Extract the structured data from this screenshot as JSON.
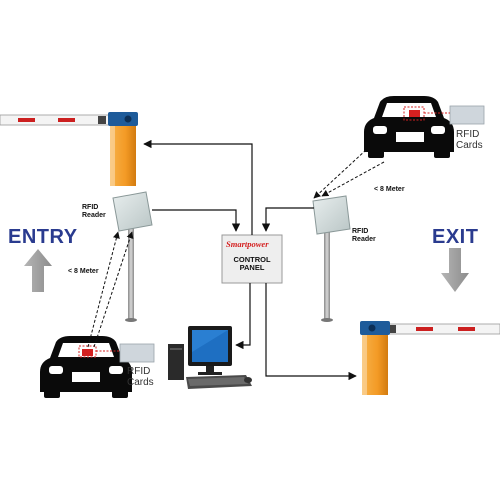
{
  "labels": {
    "entry": "ENTRY",
    "exit": "EXIT",
    "rfid_reader_left": "RFID\nReader",
    "rfid_reader_right": "RFID\nReader",
    "rfid_cards_left": "RFID\nCards",
    "rfid_cards_right": "RFID\nCards",
    "distance_left": "< 8 Meter",
    "distance_right": "< 8 Meter",
    "control_panel_brand": "Smartpower",
    "control_panel_title": "CONTROL\nPANEL"
  },
  "colors": {
    "barrier_orange": "#f39a25",
    "barrier_cap": "#1e5b9a",
    "boom_red": "#cc2020",
    "arrow_gray": "#9a9a9a",
    "entry_exit_text": "#2a3b8f",
    "brand_red": "#d42020"
  },
  "icons": [
    "entry-barrier-icon",
    "exit-barrier-icon",
    "rfid-reader-icon",
    "car-icon",
    "rfid-card-icon",
    "computer-icon",
    "up-arrow-icon",
    "down-arrow-icon"
  ]
}
